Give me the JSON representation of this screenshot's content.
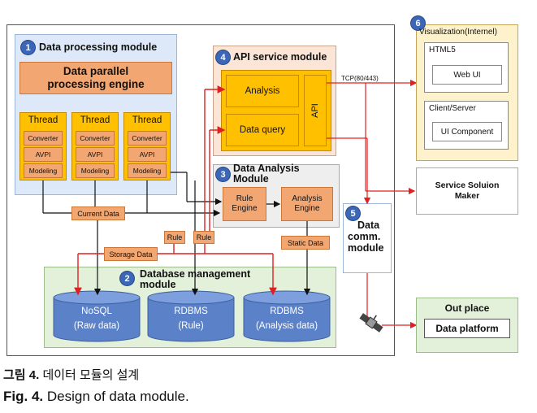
{
  "modules": {
    "m1": {
      "num": "1",
      "title": "Data processing module"
    },
    "m2": {
      "num": "2",
      "title_line1": "Database management",
      "title_line2": "module"
    },
    "m3": {
      "num": "3",
      "title_line1": "Data Analysis",
      "title_line2": "Module"
    },
    "m4": {
      "num": "4",
      "title": "API service module"
    },
    "m5": {
      "num": "5",
      "title_line1": "Data",
      "title_line2": "comm.",
      "title_line3": "module"
    },
    "m6": {
      "num": "6",
      "title": "Visualization(Internel)"
    }
  },
  "engine": {
    "line1": "Data parallel",
    "line2": "processing engine"
  },
  "threads": [
    {
      "title": "Thread",
      "items": [
        "Converter",
        "AVPI",
        "Modeling"
      ]
    },
    {
      "title": "Thread",
      "items": [
        "Converter",
        "AVPI",
        "Modeling"
      ]
    },
    {
      "title": "Thread",
      "items": [
        "Converter",
        "AVPI",
        "Modeling"
      ]
    }
  ],
  "api": {
    "analysis": "Analysis",
    "query": "Data query",
    "api_label": "API",
    "tcp": "TCP(80/443)"
  },
  "analysis_module": {
    "rule_engine": {
      "line1": "Rule",
      "line2": "Engine"
    },
    "analysis_engine": {
      "line1": "Analysis",
      "line2": "Engine"
    }
  },
  "tags": {
    "current_data": "Current Data",
    "storage_data": "Storage Data",
    "rule1": "Rule",
    "rule2": "Rule",
    "static_data": "Static Data"
  },
  "databases": [
    {
      "name": "NoSQL",
      "sub": "(Raw data)"
    },
    {
      "name": "RDBMS",
      "sub": "(Rule)"
    },
    {
      "name": "RDBMS",
      "sub": "(Analysis data)"
    }
  ],
  "visualization": {
    "html5": "HTML5",
    "web_ui": "Web UI",
    "client_server": "Client/Server",
    "ui_component": "UI Component"
  },
  "service_maker": {
    "line1": "Service Soluion",
    "line2": "Maker"
  },
  "out_place": {
    "title": "Out place",
    "platform": "Data platform"
  },
  "caption": {
    "kr_label": "그림 4.",
    "kr_text": "데이터 모듈의 설계",
    "en_label": "Fig. 4.",
    "en_text": "Design of data module."
  },
  "colors": {
    "blue_panel": "#dde9f8",
    "green_panel": "#e3f0da",
    "orange_panel": "#fbe5d6",
    "gray_panel": "#eeeeee",
    "yellow_panel": "#fef2cc",
    "engine": "#f2a672",
    "thread": "#ffc000",
    "cylinder": "#5b82c9",
    "arrow_red": "#e02020",
    "badge": "#3c66b6"
  }
}
